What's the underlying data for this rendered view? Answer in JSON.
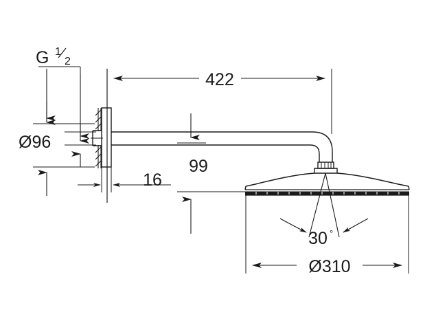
{
  "drawing": {
    "title": "Shower head wall arm technical dimension drawing",
    "background_color": "#ffffff",
    "line_color": "#1a1a1a",
    "dimensions": {
      "thread_label": "G",
      "thread_frac_numerator": "1",
      "thread_frac_denominator": "2",
      "flange_diameter": "Ø96",
      "arm_length": "422",
      "flange_depth": "16",
      "vertical_drop": "99",
      "head_diameter": "Ø310",
      "spray_angle": "30",
      "spray_angle_unit": "°"
    }
  }
}
